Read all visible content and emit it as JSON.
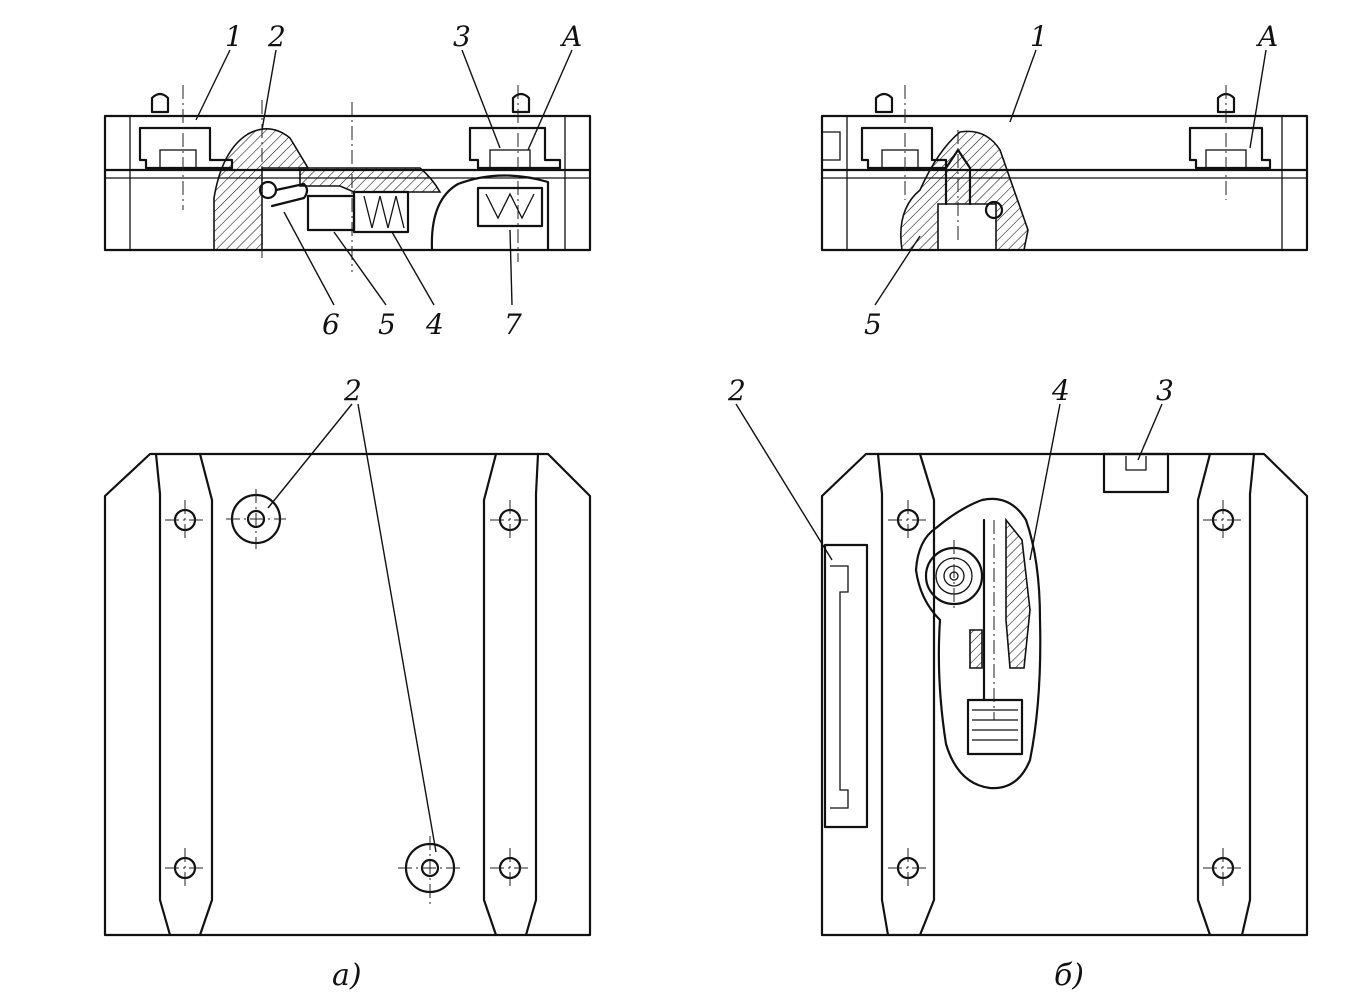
{
  "figure_a": {
    "caption": "а)",
    "section_labels": {
      "l1": "1",
      "l2": "2",
      "l3": "3",
      "lA": "A",
      "l6": "6",
      "l5": "5",
      "l4": "4",
      "l7": "7"
    },
    "plan_label": "2"
  },
  "figure_b": {
    "caption": "б)",
    "section_labels": {
      "l1": "1",
      "lA": "A",
      "l5": "5"
    },
    "plan_labels": {
      "l2": "2",
      "l4": "4",
      "l3": "3"
    }
  }
}
